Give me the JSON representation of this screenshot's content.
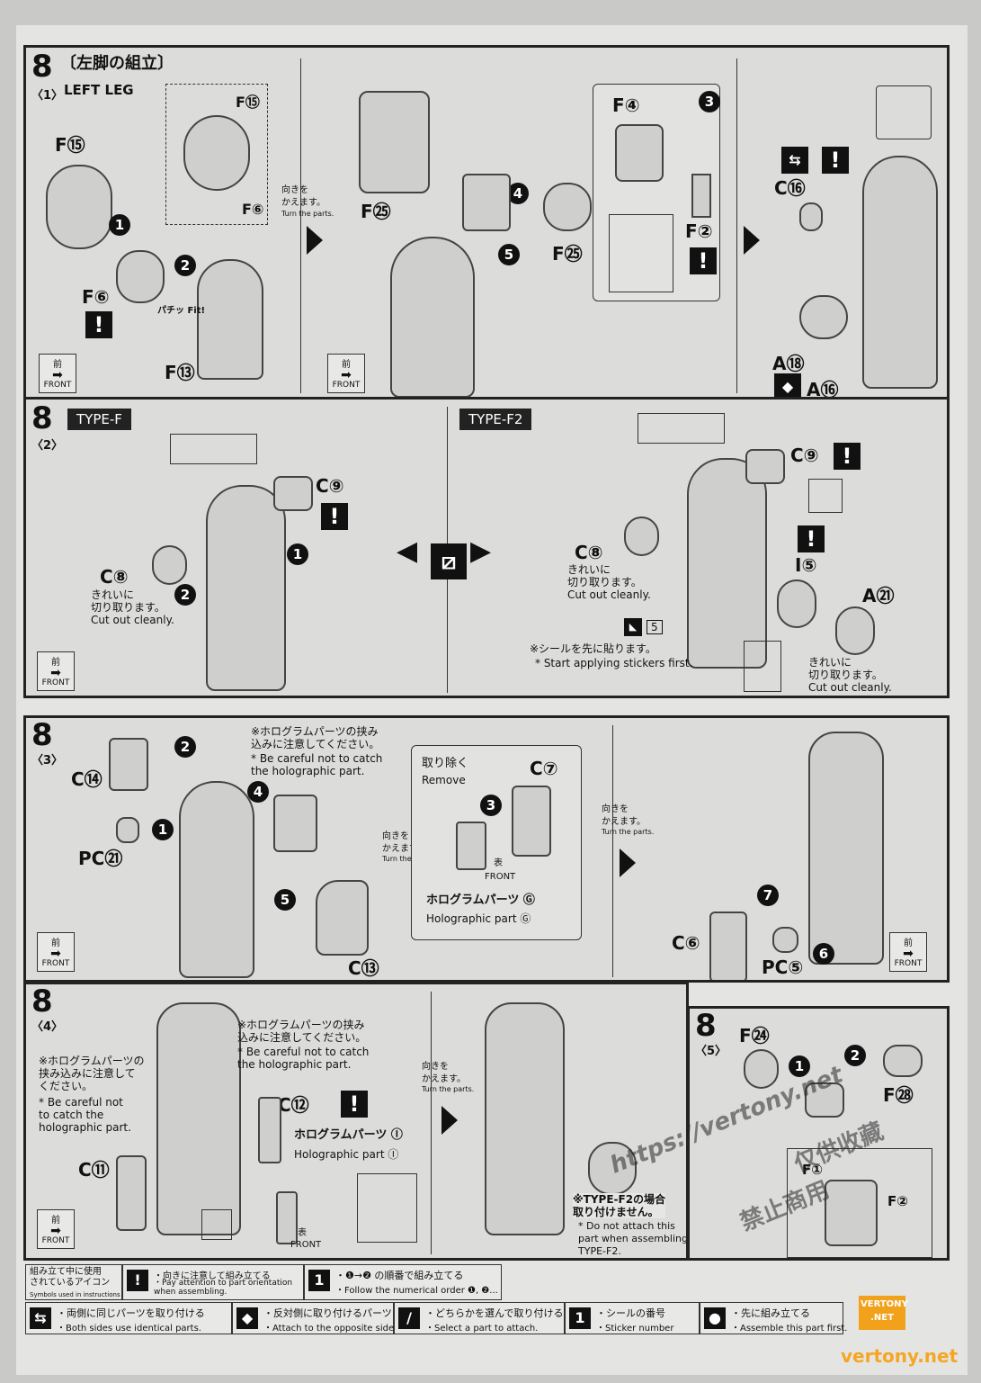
{
  "step": "8",
  "panel1": {
    "sub": "〈1〉",
    "title_jp": "〔左脚の組立〕",
    "title_en": "LEFT LEG",
    "parts": [
      "F⑮",
      "F⑮",
      "F⑥",
      "F⑥",
      "F⑬",
      "F㉕",
      "F㉕",
      "F④",
      "F②",
      "C⑯",
      "A⑱",
      "A⑯"
    ],
    "turn_jp": "向きを\nかえます。",
    "turn_en": "Turn the parts.",
    "fit": "パチッ Fit!",
    "front_jp": "前",
    "front_en": "FRONT",
    "nums": [
      "1",
      "2",
      "3",
      "4",
      "5"
    ]
  },
  "panel2": {
    "sub": "〈2〉",
    "type_f": "TYPE-F",
    "type_f2": "TYPE-F2",
    "c9": "C⑨",
    "c8": "C⑧",
    "i5": "I⑤",
    "a21": "A㉑",
    "cut_jp": "きれいに\n切り取ります。",
    "cut_en": "Cut out cleanly.",
    "sticker_jp": "※シールを先に貼ります。",
    "sticker_en": "* Start applying stickers first.",
    "sticker_no": "5"
  },
  "panel3": {
    "sub": "〈3〉",
    "c14": "C⑭",
    "pc21": "PC㉑",
    "c13": "C⑬",
    "c7": "C⑦",
    "c6": "C⑥",
    "pc5": "PC⑤",
    "holo_note_jp": "※ホログラムパーツの挟み\n込みに注意してください。",
    "holo_note_en": "* Be careful not to catch\nthe holographic part.",
    "remove_jp": "取り除く",
    "remove_en": "Remove",
    "holo_g_jp": "ホログラムパーツ Ⓖ",
    "holo_g_en": "Holographic part Ⓖ",
    "omote": "表",
    "turn_jp": "向きを\nかえます。",
    "turn_en": "Turn the parts."
  },
  "panel4": {
    "sub": "〈4〉",
    "c11": "C⑪",
    "c12": "C⑫",
    "holo_note_left_jp": "※ホログラムパーツの\n挟み込みに注意して\nください。",
    "holo_note_left_en": "* Be careful not\nto catch the\nholographic part.",
    "holo_note_jp": "※ホログラムパーツの挟み\n込みに注意してください。",
    "holo_note_en": "* Be careful not to catch\nthe holographic part.",
    "holo_i_jp": "ホログラムパーツ Ⓘ",
    "holo_i_en": "Holographic part Ⓘ",
    "f2_note_jp": "※TYPE-F2の場合\n取り付けません。",
    "f2_note_en": "* Do not attach this\npart when assembling\nTYPE-F2.",
    "turn_jp": "向きを\nかえます。",
    "turn_en": "Turn the parts."
  },
  "panel5": {
    "sub": "〈5〉",
    "f24": "F㉔",
    "f28": "F㉘",
    "f1": "F①",
    "f2": "F②"
  },
  "legend": {
    "head_jp": "組み立て中に使用\nされているアイコン",
    "head_en": "Symbols used in instructions",
    "items": [
      {
        "jp": "・向きに注意して組み立てる",
        "en": "・Pay attention to part orientation\nwhen assembling.",
        "icon": "!"
      },
      {
        "jp": "・❶→❷ の順番で組み立てる",
        "en": "・Follow the numerical order ❶, ❷...",
        "icon": "1"
      },
      {
        "jp": "・両側に同じパーツを取り付ける",
        "en": "・Both sides use identical parts.",
        "icon": "⇆"
      },
      {
        "jp": "・反対側に取り付けるパーツ",
        "en": "・Attach to the opposite side.",
        "icon": "◆"
      },
      {
        "jp": "・どちらかを選んで取り付ける",
        "en": "・Select a part to attach.",
        "icon": "/"
      },
      {
        "jp": "・シールの番号",
        "en": "・Sticker number",
        "icon": "1"
      },
      {
        "jp": "・先に組み立てる",
        "en": "・Assemble this part first.",
        "icon": "●"
      }
    ]
  },
  "watermark": {
    "url": "https://vertony.net",
    "text1": "仅供收藏",
    "text2": "禁止商用",
    "logo": "VERTONY .NET",
    "footer": "vertony.net"
  }
}
